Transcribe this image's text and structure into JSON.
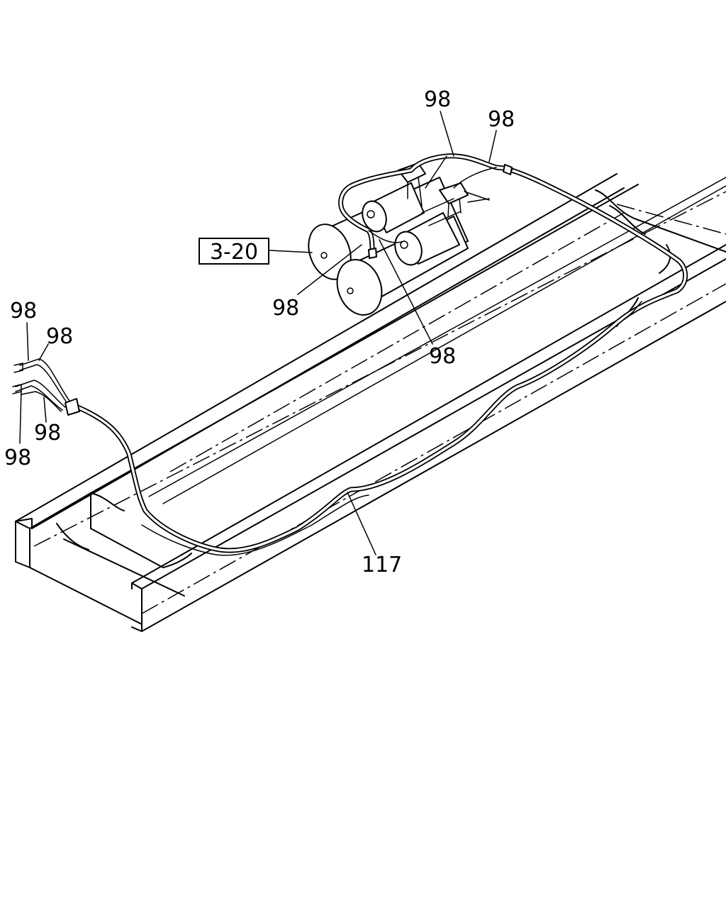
{
  "callouts": {
    "ref_box": "3-20",
    "top_left": "98",
    "top_right": "98",
    "mid_left": "98",
    "mid_right": "98",
    "edge_top_a": "98",
    "edge_top_b": "98",
    "edge_bottom_a": "98",
    "edge_bottom_b": "98",
    "main_pipe": "117"
  }
}
